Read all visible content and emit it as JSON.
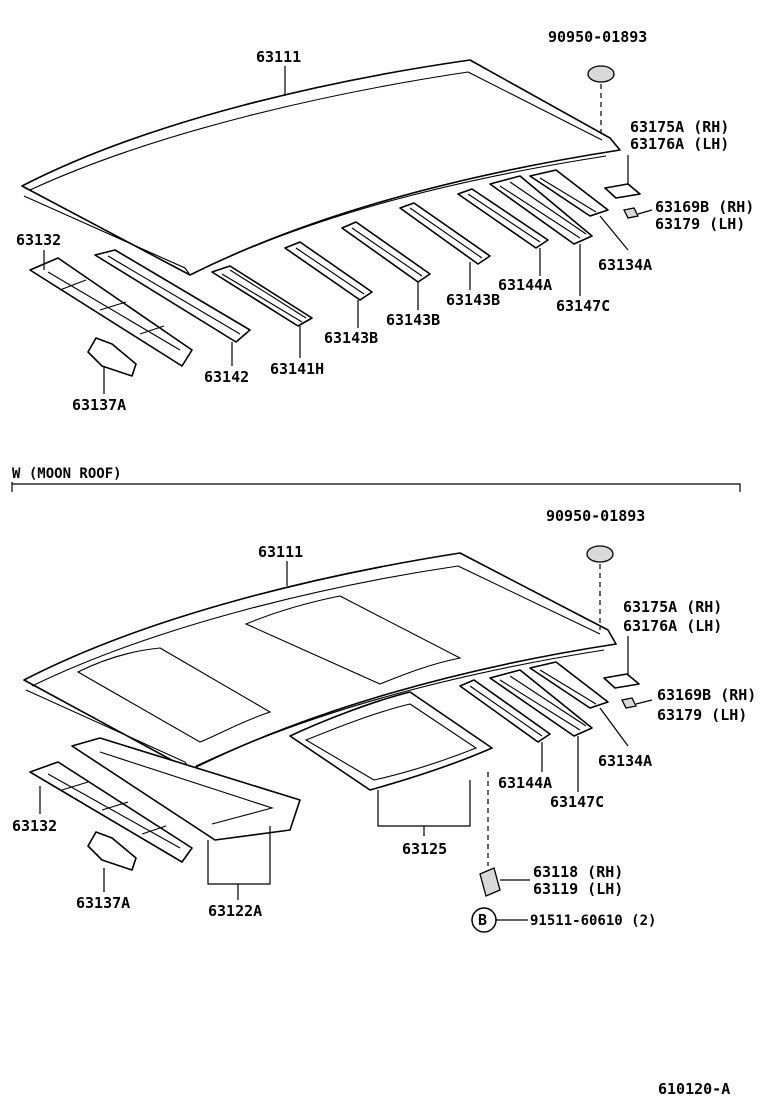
{
  "labels": {
    "top_roof": "63111",
    "top_clip": "90950-01893",
    "top_175": "63175A (RH)",
    "top_176": "63176A (LH)",
    "top_169": "63169B (RH)",
    "top_179": "63179   (LH)",
    "top_132": "63132",
    "top_134": "63134A",
    "top_144": "63144A",
    "top_147": "63147C",
    "top_143a": "63143B",
    "top_143b": "63143B",
    "top_143c": "63143B",
    "top_141": "63141H",
    "top_142": "63142",
    "top_137": "63137A",
    "section_title": "W (MOON  ROOF)",
    "bot_clip": "90950-01893",
    "bot_roof": "63111",
    "bot_175": "63175A (RH)",
    "bot_176": "63176A (LH)",
    "bot_169": "63169B (RH)",
    "bot_179": "63179   (LH)",
    "bot_134": "63134A",
    "bot_144": "63144A",
    "bot_147": "63147C",
    "bot_132": "63132",
    "bot_137": "63137A",
    "bot_122": "63122A",
    "bot_125": "63125",
    "bot_118": "63118 (RH)",
    "bot_119": "63119 (LH)",
    "b_marker": "B",
    "bolt": "91511-60610 (2)",
    "figure_code": "610120-A"
  }
}
